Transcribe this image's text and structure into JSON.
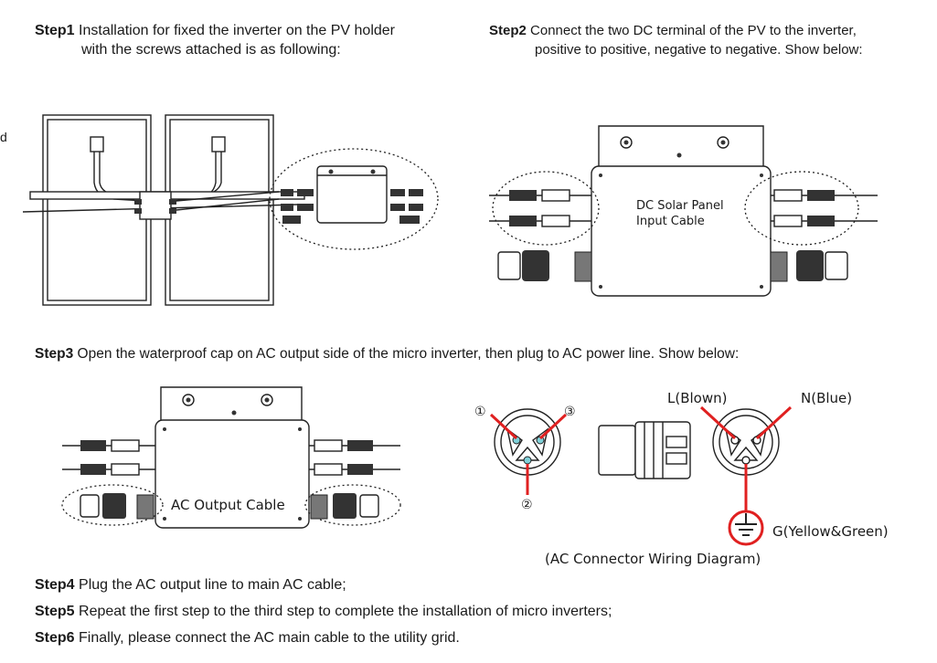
{
  "steps": {
    "step1": {
      "label": "Step1",
      "line1": "Installation for fixed the inverter on the PV holder",
      "line2": "with the screws attached is as following:"
    },
    "step2": {
      "label": "Step2",
      "line1": "Connect the two DC terminal of the PV to the inverter,",
      "line2": "positive to positive, negative to negative. Show below:"
    },
    "step3": {
      "label": "Step3",
      "text": "Open the waterproof cap on AC output side of the micro inverter, then plug to AC power line. Show below:"
    },
    "step4": {
      "label": "Step4",
      "text": "Plug the AC output line to main AC cable;"
    },
    "step5": {
      "label": "Step5",
      "text": "Repeat the first step to the third step to complete the installation of micro inverters;"
    },
    "step6": {
      "label": "Step6",
      "text": "Finally, please connect the AC main cable to the utility grid."
    }
  },
  "edge_fragment": "d",
  "diagram2": {
    "dc_label_line1": "DC Solar Panel",
    "dc_label_line2": "Input Cable"
  },
  "diagram3": {
    "ac_label": "AC Output Cable"
  },
  "connector": {
    "pin1": "①",
    "pin2": "②",
    "pin3": "③",
    "l_label": "L(Blown)",
    "n_label": "N(Blue)",
    "g_label": "G(Yellow&Green)",
    "caption": "(AC Connector Wiring Diagram)"
  },
  "colors": {
    "text": "#1a1a1a",
    "wire_red": "#e02020",
    "teal": "#7fd0d8"
  }
}
